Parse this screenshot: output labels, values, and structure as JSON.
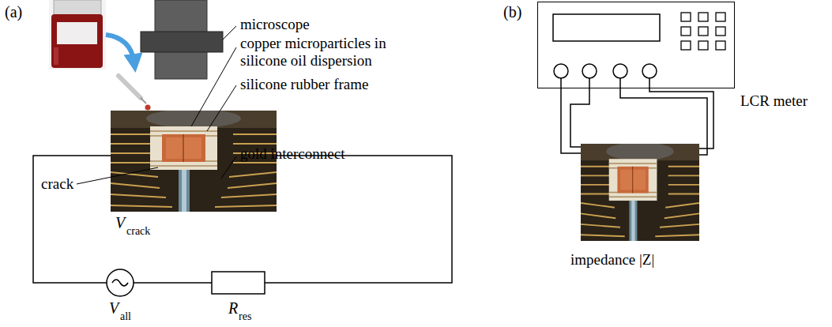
{
  "diagram": {
    "nodes": [
      {
        "text": [
          "LCR meter"
        ]
      }
    ],
    "labels": [
      "(a)",
      "(b)",
      "microscope",
      "copper microparticles in silicone oil dispersion",
      "silicone rubber frame",
      "crack",
      "gold interconnect",
      "V",
      "crack",
      "V",
      "all",
      "R",
      "res",
      "impedance |Z|"
    ]
  }
}
